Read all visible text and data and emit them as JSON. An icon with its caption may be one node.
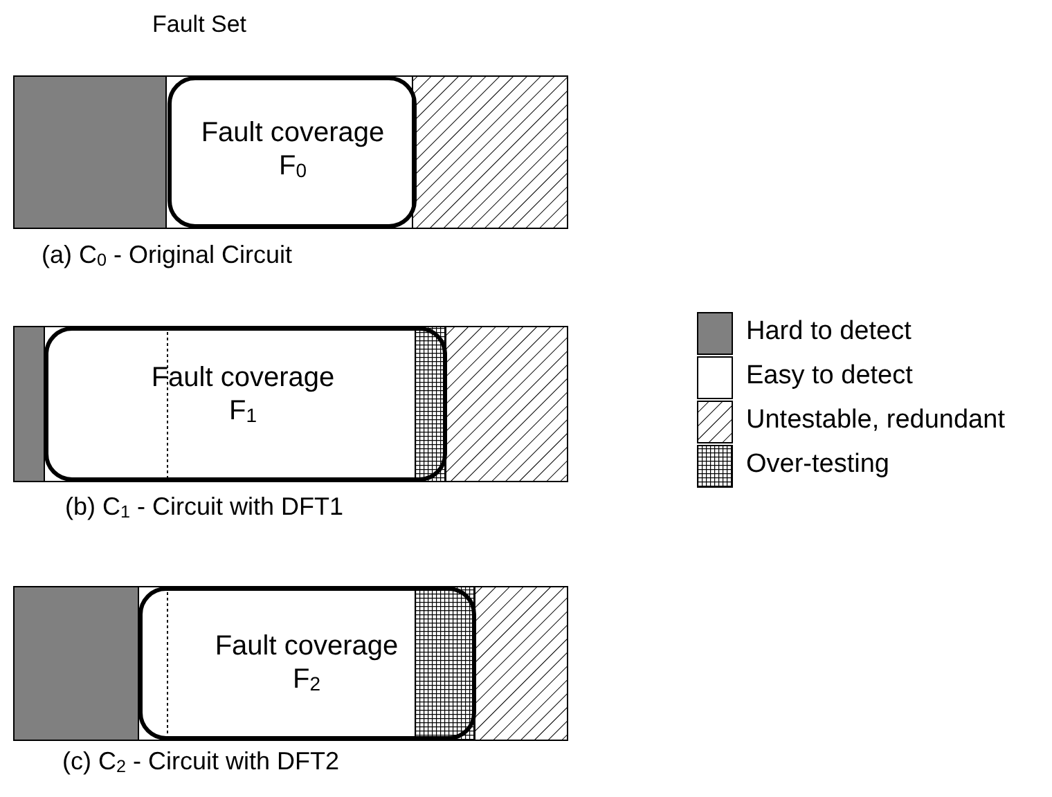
{
  "diagram": {
    "title": "Fault Set",
    "nodes": [
      {
        "text": [
          "Fault coverage F$_{0}$"
        ]
      },
      {
        "text": [
          "Fault coverage F$_{1}$"
        ]
      },
      {
        "text": [
          "Fault coverage F$_{2}$"
        ]
      }
    ],
    "labels": [
      "(a) C$_{0}$ - Original Circuit",
      "(b) C$_{1}$ - Circuit with DFT1",
      "(c) C$_{2}$ - Circuit with DFT2"
    ],
    "legend": [
      {
        "text": "Hard to detect",
        "color": "#808080"
      },
      {
        "text": "Easy to detect",
        "color": "#ffffff"
      },
      {
        "text": "Untestable, redundant"
      },
      {
        "text": "Over-testing"
      }
    ]
  }
}
